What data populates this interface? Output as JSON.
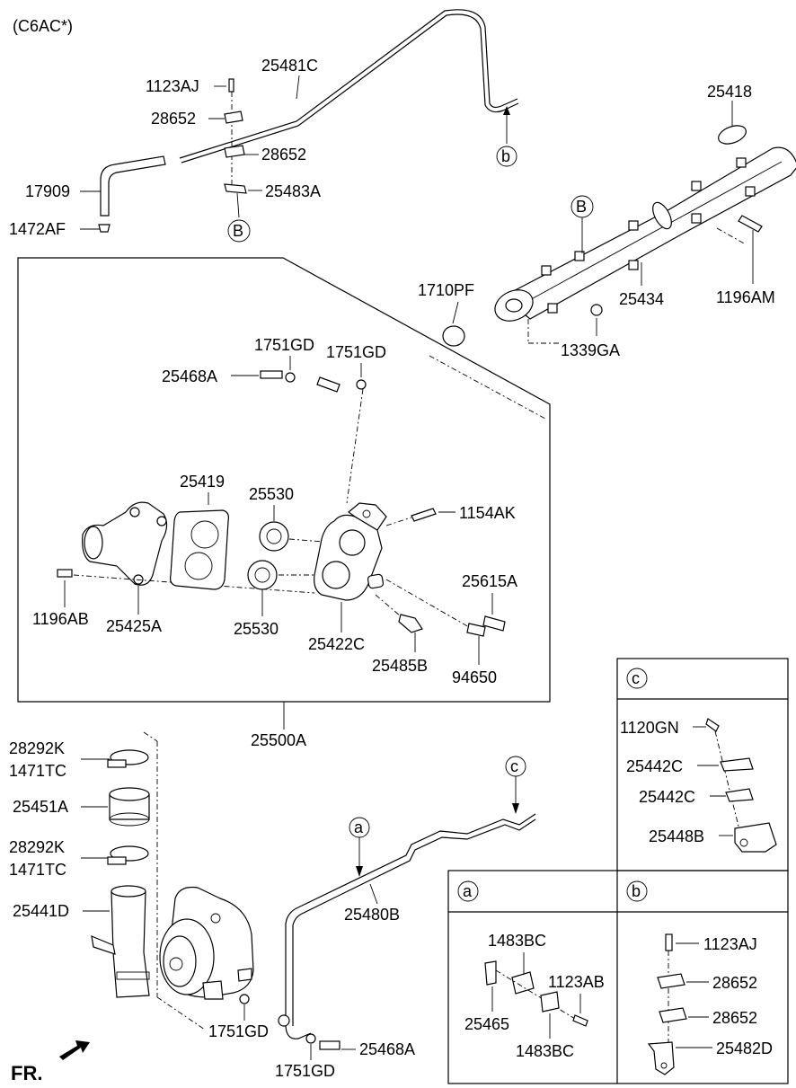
{
  "variant": "(C6AC*)",
  "fr_label": "FR.",
  "callouts": {
    "a": "a",
    "b": "b",
    "c": "c",
    "B": "B"
  },
  "labels": {
    "p25481C": "25481C",
    "p1123AJ_top": "1123AJ",
    "p28652_top1": "28652",
    "p28652_top2": "28652",
    "p25483A": "25483A",
    "p17909": "17909",
    "p1472AF": "1472AF",
    "p25418": "25418",
    "p1710PF": "1710PF",
    "p25434": "25434",
    "p1196AM": "1196AM",
    "p1339GA": "1339GA",
    "p1751GD_a": "1751GD",
    "p1751GD_b": "1751GD",
    "p25468A_top": "25468A",
    "p25419": "25419",
    "p25530_a": "25530",
    "p25530_b": "25530",
    "p1154AK": "1154AK",
    "p25615A": "25615A",
    "p1196AB": "1196AB",
    "p25425A": "25425A",
    "p25422C": "25422C",
    "p25485B": "25485B",
    "p94650": "94650",
    "p25500A": "25500A",
    "p28292K_a": "28292K",
    "p1471TC_a": "1471TC",
    "p25451A": "25451A",
    "p28292K_b": "28292K",
    "p1471TC_b": "1471TC",
    "p25441D": "25441D",
    "p25480B": "25480B",
    "p1751GD_c": "1751GD",
    "p1751GD_d": "1751GD",
    "p25468A_bot": "25468A",
    "p1120GN": "1120GN",
    "p25442C_a": "25442C",
    "p25442C_b": "25442C",
    "p25448B": "25448B",
    "p1483BC_a": "1483BC",
    "p1123AB": "1123AB",
    "p25465": "25465",
    "p1483BC_b": "1483BC",
    "p1123AJ_b": "1123AJ",
    "p28652_b1": "28652",
    "p28652_b2": "28652",
    "p25482D": "25482D"
  }
}
